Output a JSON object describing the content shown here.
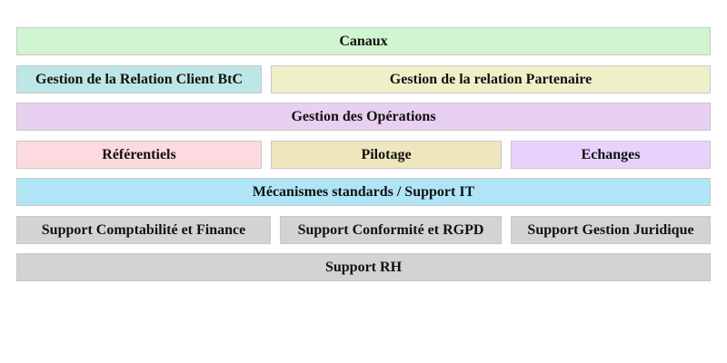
{
  "diagram": {
    "rows": [
      [
        {
          "id": "canaux",
          "label": "Canaux",
          "color": "#d0f5d0"
        }
      ],
      [
        {
          "id": "grc-btc",
          "label": "Gestion de la Relation Client BtC",
          "color": "#bde6e6"
        },
        {
          "id": "grp",
          "label": "Gestion de la relation Partenaire",
          "color": "#eef0c8"
        }
      ],
      [
        {
          "id": "operations",
          "label": "Gestion des Opérations",
          "color": "#e8d0f0"
        }
      ],
      [
        {
          "id": "referentiels",
          "label": "Référentiels",
          "color": "#fdd9e0"
        },
        {
          "id": "pilotage",
          "label": "Pilotage",
          "color": "#efe6bd"
        },
        {
          "id": "echanges",
          "label": "Echanges",
          "color": "#e8d2fb"
        }
      ],
      [
        {
          "id": "support-it",
          "label": "Mécanismes standards / Support IT",
          "color": "#b0e5f8"
        }
      ],
      [
        {
          "id": "compta",
          "label": "Support Comptabilité et Finance",
          "color": "#d3d3d3"
        },
        {
          "id": "conformite",
          "label": "Support Conformité et RGPD",
          "color": "#d3d3d3"
        },
        {
          "id": "juridique",
          "label": "Support Gestion Juridique",
          "color": "#d3d3d3"
        }
      ],
      [
        {
          "id": "rh",
          "label": "Support RH",
          "color": "#d3d3d3"
        }
      ]
    ]
  }
}
